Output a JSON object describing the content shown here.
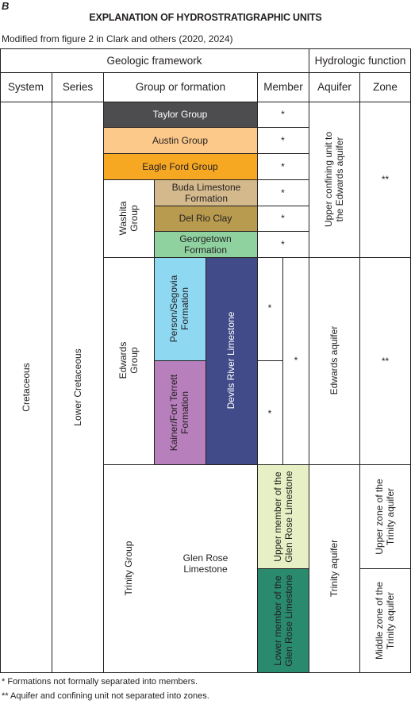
{
  "panel_letter": "B",
  "title": "EXPLANATION OF HYDROSTRATIGRAPHIC UNITS",
  "subtitle": "Modified from figure 2 in Clark and others (2020, 2024)",
  "headers": {
    "geologic_framework": "Geologic framework",
    "hydrologic_function": "Hydrologic function",
    "system": "System",
    "series": "Series",
    "group_or_formation": "Group or formation",
    "member": "Member",
    "aquifer": "Aquifer",
    "zone": "Zone"
  },
  "system": "Cretaceous",
  "series": "Lower Cretaceous",
  "groups": {
    "washita": "Washita Group",
    "edwards": "Edwards Group",
    "trinity": "Trinity Group"
  },
  "formations": {
    "taylor": "Taylor Group",
    "austin": "Austin Group",
    "eagle_ford": "Eagle Ford Group",
    "buda": "Buda Limestone Formation",
    "del_rio": "Del Rio Clay",
    "georgetown": "Georgetown Formation",
    "person_segovia": "Person/Segovia Formation",
    "kainer_fort_terrett": "Kainer/Fort Terrett Formation",
    "devils_river": "Devils River Limestone",
    "glen_rose": "Glen Rose Limestone"
  },
  "members": {
    "asterisk": "*",
    "upper_glen_rose": "Upper member of the Glen Rose Limestone",
    "lower_glen_rose": "Lower member of the Glen Rose Limestone"
  },
  "aquifers": {
    "upper_confining": "Upper confining unit to the Edwards aquifer",
    "edwards": "Edwards aquifer",
    "trinity": "Trinity aquifer"
  },
  "zones": {
    "upper_double_star": "**",
    "edwards_double_star": "**",
    "upper_trinity": "Upper zone of the Trinity aquifer",
    "middle_trinity": "Middle zone of the Trinity aquifer"
  },
  "footnotes": {
    "single": "Formations not formally separated into members.",
    "double": "Aquifer and confining unit not separated into zones.",
    "single_mark": "*",
    "double_mark": "**"
  },
  "colors": {
    "taylor": "#4d4d4f",
    "austin": "#fdc98a",
    "eagle_ford": "#f7a823",
    "buda": "#d3b98b",
    "del_rio": "#b89b4f",
    "georgetown": "#8fd2a0",
    "person_segovia": "#8fd8f2",
    "kainer_fort_terrett": "#b77fbb",
    "devils_river": "#414b8a",
    "upper_glen_rose": "#e6f0c4",
    "lower_glen_rose": "#2a8a6e"
  }
}
